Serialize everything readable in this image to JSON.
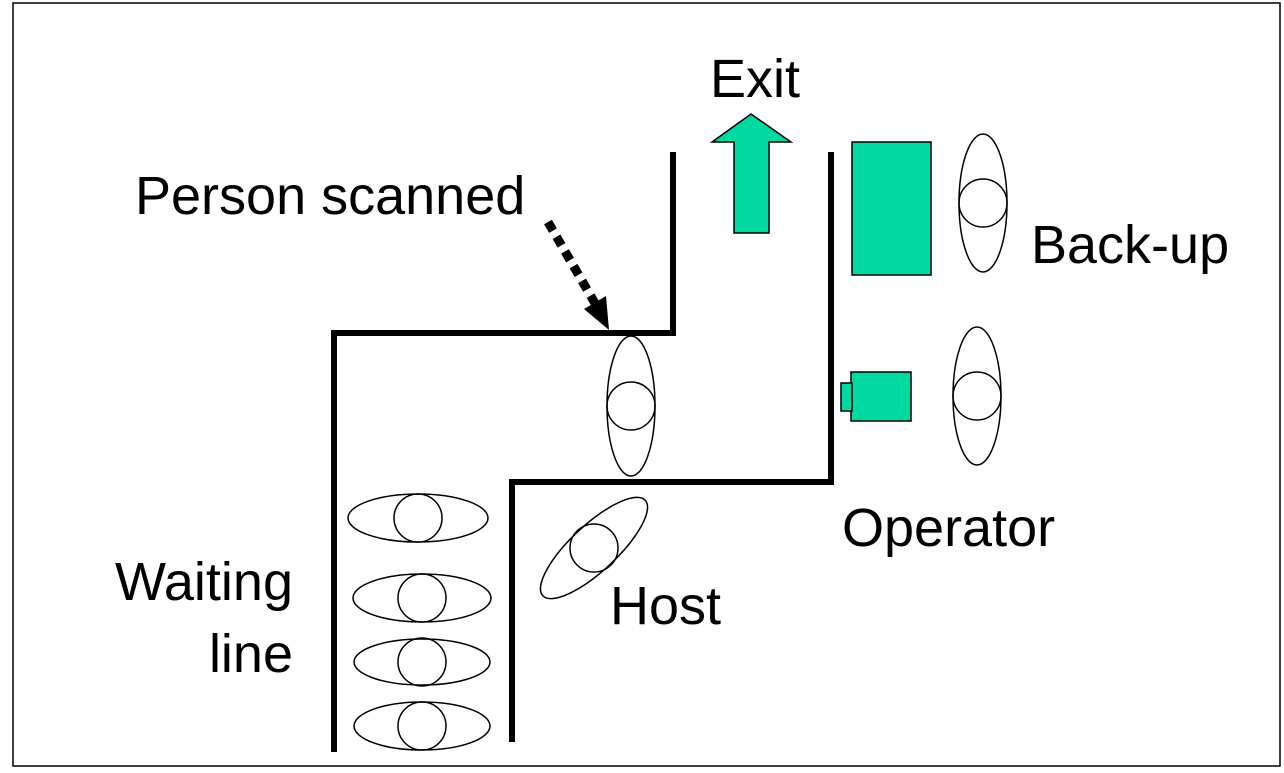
{
  "labels": {
    "exit": "Exit",
    "person_scanned": "Person scanned",
    "back_up": "Back-up",
    "operator": "Operator",
    "waiting_line_1": "Waiting",
    "waiting_line_2": "line",
    "host": "Host"
  },
  "colors": {
    "equipment": "#00d9a0",
    "walls": "#000000",
    "background": "#ffffff"
  }
}
